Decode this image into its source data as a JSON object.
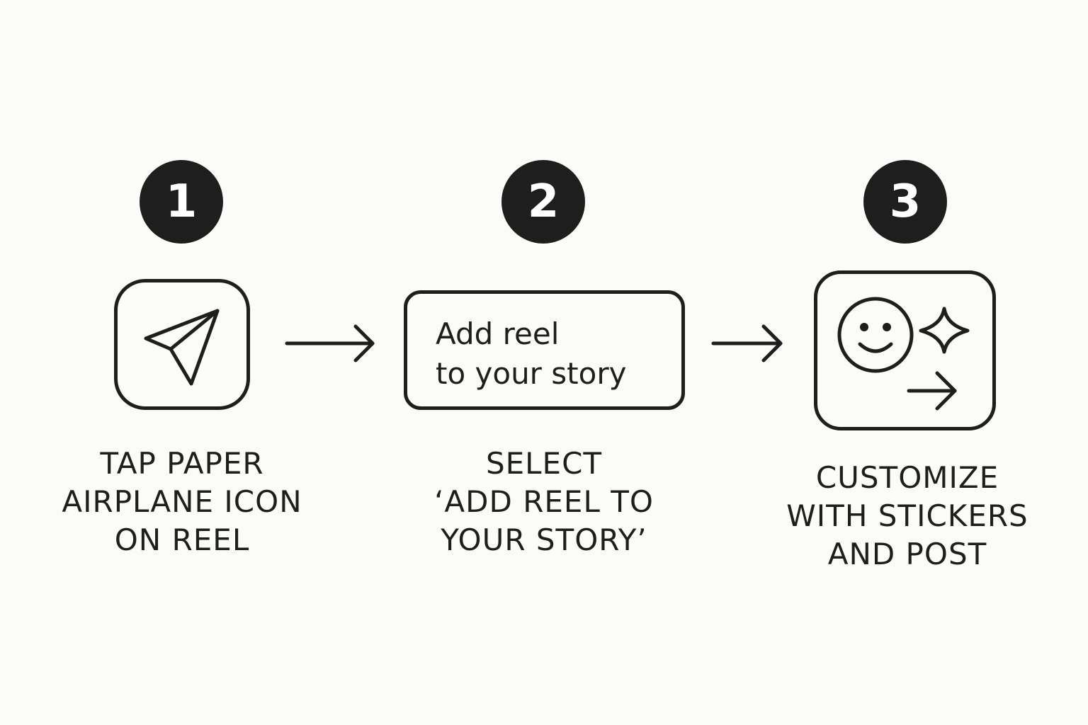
{
  "steps": [
    {
      "number": "1",
      "icon": "paper-airplane-icon",
      "caption_lines": [
        "TAP PAPER",
        "AIRPLANE ICON",
        "ON REEL"
      ]
    },
    {
      "number": "2",
      "option_lines": [
        "Add reel",
        "to your story"
      ],
      "caption_lines": [
        "SELECT",
        "‘ADD REEL TO",
        "YOUR STORY’"
      ]
    },
    {
      "number": "3",
      "icons": [
        "smiley-face-icon",
        "sparkle-icon",
        "arrow-right-icon"
      ],
      "caption_lines": [
        "CUSTOMIZE",
        "WITH STICKERS",
        "AND POST"
      ]
    }
  ],
  "connectors": [
    "arrow-right-icon",
    "arrow-right-icon"
  ],
  "colors": {
    "ink": "#1e1e1e",
    "background": "#fbfbf7"
  }
}
